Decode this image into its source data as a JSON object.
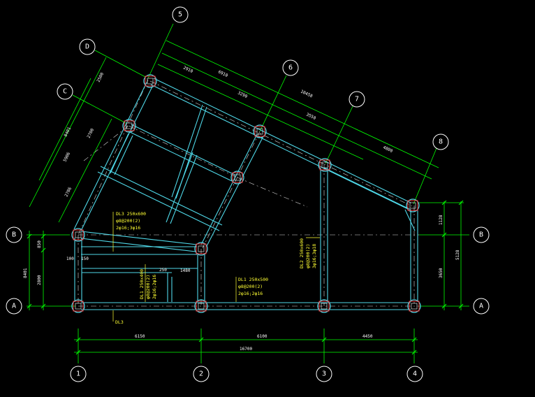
{
  "axes": {
    "num_1": "1",
    "num_2": "2",
    "num_3": "3",
    "num_4": "4",
    "num_5": "5",
    "num_6": "6",
    "num_7": "7",
    "num_8": "8",
    "let_A_left": "A",
    "let_A_right": "A",
    "let_B_left": "B",
    "let_B_right": "B",
    "let_C": "C",
    "let_D": "D"
  },
  "dimensions": {
    "bottom_1_2": "6150",
    "bottom_2_3": "6100",
    "bottom_3_4": "4450",
    "bottom_total": "16700",
    "left_top": "850",
    "left_total": "8401",
    "left_bottom": "2800",
    "right_upper": "1128",
    "right_mid": "3650",
    "right_total": "5128",
    "top_5_6": "2910",
    "top_5_7": "6910",
    "top_inner": "3290",
    "top_7_8": "3550",
    "top_total": "10458",
    "top_tail": "4800",
    "left_d_c": "2500",
    "left_c_mid": "2700",
    "left_mid1": "5906",
    "left_low": "2786",
    "small_1480": "1480",
    "small_250": "250",
    "small_100": "100",
    "small_150": "150"
  },
  "labels": {
    "dl3_top_1": "DL3  250x600",
    "dl3_top_2": "φ8@200(2)",
    "dl3_top_3": "2φ16;3φ16",
    "dl1_vert_1": "DL1  250x400",
    "dl1_vert_2": "φ8@200(2)",
    "dl1_vert_3": "2φ16;2φ16",
    "dl1_mid_1": "DL1  250x500",
    "dl1_mid_2": "φ8@200(2)",
    "dl1_mid_3": "2φ16;2φ16",
    "dl2_vert_1": "DL2  250x600",
    "dl2_vert_2": "φ8@200(2)",
    "dl2_vert_3": "3φ16;3φ18",
    "dl3_bottom": "DL3"
  },
  "colors": {
    "background": "#000000",
    "axis_line": "#00ff00",
    "beam": "#4fd8e8",
    "column": "#ff3333",
    "annotation": "#ffff33",
    "text": "#ffffff"
  }
}
